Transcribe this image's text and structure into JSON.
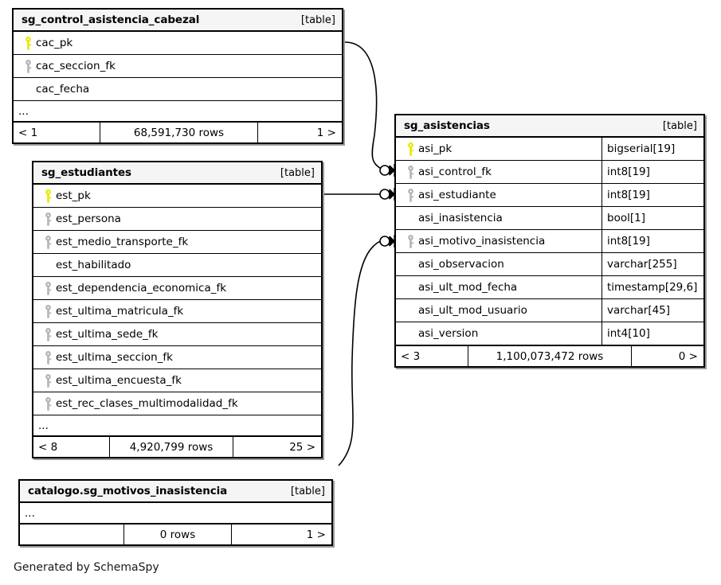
{
  "diagram": {
    "generator_credit": "Generated by SchemaSpy",
    "table_tag": "[table]",
    "ellipsis": "...",
    "rows_suffix": "rows",
    "colors": {
      "pk_key": "#e8e800",
      "fk_key": "#b4b4b4",
      "header_bg": "#f5f5f5",
      "border": "#000000",
      "shadow": "#787878"
    }
  },
  "tables": [
    {
      "id": "sg_control_asistencia_cabezal",
      "title": "sg_control_asistencia_cabezal",
      "tag": "[table]",
      "columns": [
        {
          "name": "cac_pk",
          "key": "pk"
        },
        {
          "name": "cac_seccion_fk",
          "key": "fk"
        },
        {
          "name": "cac_fecha",
          "key": "none"
        }
      ],
      "truncated": "...",
      "footer": {
        "prev": "< 1",
        "rows": "68,591,730 rows",
        "next": "1 >"
      }
    },
    {
      "id": "sg_estudiantes",
      "title": "sg_estudiantes",
      "tag": "[table]",
      "columns": [
        {
          "name": "est_pk",
          "key": "pk"
        },
        {
          "name": "est_persona",
          "key": "fk"
        },
        {
          "name": "est_medio_transporte_fk",
          "key": "fk"
        },
        {
          "name": "est_habilitado",
          "key": "none"
        },
        {
          "name": "est_dependencia_economica_fk",
          "key": "fk"
        },
        {
          "name": "est_ultima_matricula_fk",
          "key": "fk"
        },
        {
          "name": "est_ultima_sede_fk",
          "key": "fk"
        },
        {
          "name": "est_ultima_seccion_fk",
          "key": "fk"
        },
        {
          "name": "est_ultima_encuesta_fk",
          "key": "fk"
        },
        {
          "name": "est_rec_clases_multimodalidad_fk",
          "key": "fk"
        }
      ],
      "truncated": "...",
      "footer": {
        "prev": "< 8",
        "rows": "4,920,799 rows",
        "next": "25 >"
      }
    },
    {
      "id": "sg_asistencias",
      "title": "sg_asistencias",
      "tag": "[table]",
      "columns": [
        {
          "name": "asi_pk",
          "key": "pk",
          "type": "bigserial[19]"
        },
        {
          "name": "asi_control_fk",
          "key": "fk",
          "type": "int8[19]"
        },
        {
          "name": "asi_estudiante",
          "key": "fk",
          "type": "int8[19]"
        },
        {
          "name": "asi_inasistencia",
          "key": "none",
          "type": "bool[1]"
        },
        {
          "name": "asi_motivo_inasistencia",
          "key": "fk",
          "type": "int8[19]"
        },
        {
          "name": "asi_observacion",
          "key": "none",
          "type": "varchar[255]"
        },
        {
          "name": "asi_ult_mod_fecha",
          "key": "none",
          "type": "timestamp[29,6]"
        },
        {
          "name": "asi_ult_mod_usuario",
          "key": "none",
          "type": "varchar[45]"
        },
        {
          "name": "asi_version",
          "key": "none",
          "type": "int4[10]"
        }
      ],
      "truncated": null,
      "footer": {
        "prev": "< 3",
        "rows": "1,100,073,472 rows",
        "next": "0 >"
      }
    },
    {
      "id": "catalogo.sg_motivos_inasistencia",
      "title": "catalogo.sg_motivos_inasistencia",
      "tag": "[table]",
      "columns": [],
      "truncated": "...",
      "footer": {
        "prev": "",
        "rows": "0 rows",
        "next": "1 >"
      }
    }
  ],
  "relationships": [
    {
      "from_table": "sg_control_asistencia_cabezal",
      "from_column": "cac_pk",
      "to_table": "sg_asistencias",
      "to_column": "asi_control_fk",
      "cardinality": "zero-or-many"
    },
    {
      "from_table": "sg_estudiantes",
      "from_column": "est_pk",
      "to_table": "sg_asistencias",
      "to_column": "asi_estudiante",
      "cardinality": "zero-or-many"
    },
    {
      "from_table": "catalogo.sg_motivos_inasistencia",
      "from_column": "",
      "to_table": "sg_asistencias",
      "to_column": "asi_motivo_inasistencia",
      "cardinality": "zero-or-many"
    }
  ]
}
